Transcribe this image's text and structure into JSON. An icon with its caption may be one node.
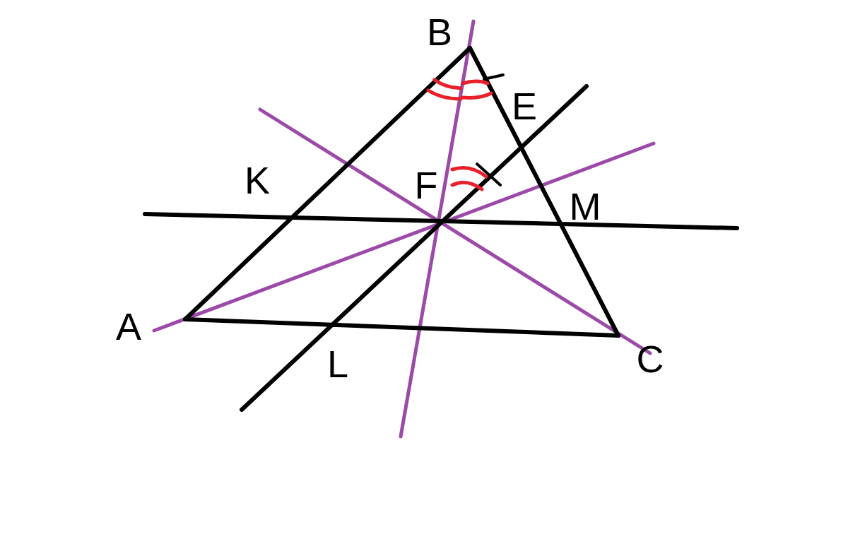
{
  "diagram": {
    "labels": [
      "B",
      "E",
      "K",
      "F",
      "M",
      "A",
      "L",
      "C"
    ]
  }
}
